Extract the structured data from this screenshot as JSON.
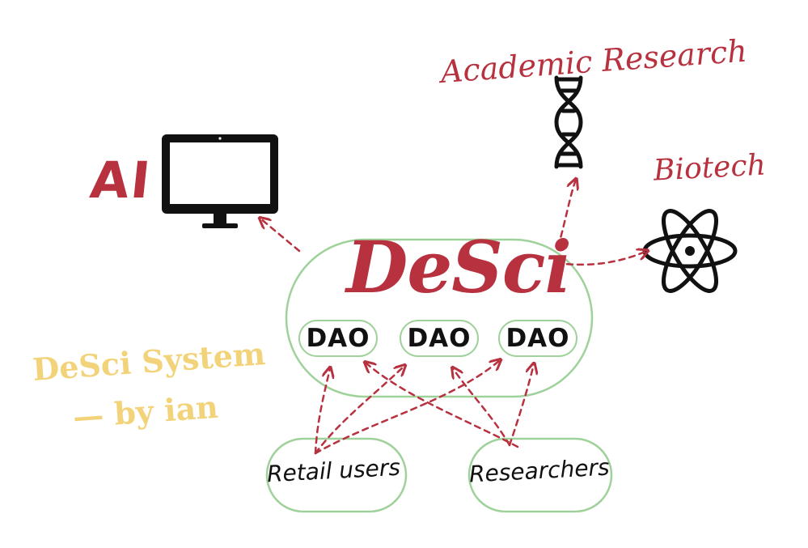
{
  "diagram": {
    "center": {
      "label": "DeSci"
    },
    "daos": [
      {
        "label": "DAO"
      },
      {
        "label": "DAO"
      },
      {
        "label": "DAO"
      }
    ],
    "users": {
      "retail": {
        "label": "Retail users"
      },
      "researchers": {
        "label": "Researchers"
      }
    },
    "outputs": {
      "ai": {
        "label": "AI",
        "icon": "monitor-icon"
      },
      "academic": {
        "label": "Academic Research",
        "icon": "dna-icon"
      },
      "biotech": {
        "label": "Biotech",
        "icon": "atom-icon"
      }
    },
    "caption": {
      "line1": "DeSci System",
      "line2": "— by ian"
    }
  },
  "colors": {
    "red": "#b7313f",
    "green_outline": "#9fd19a",
    "caption_yellow": "#f2d37a",
    "ink": "#111111"
  }
}
